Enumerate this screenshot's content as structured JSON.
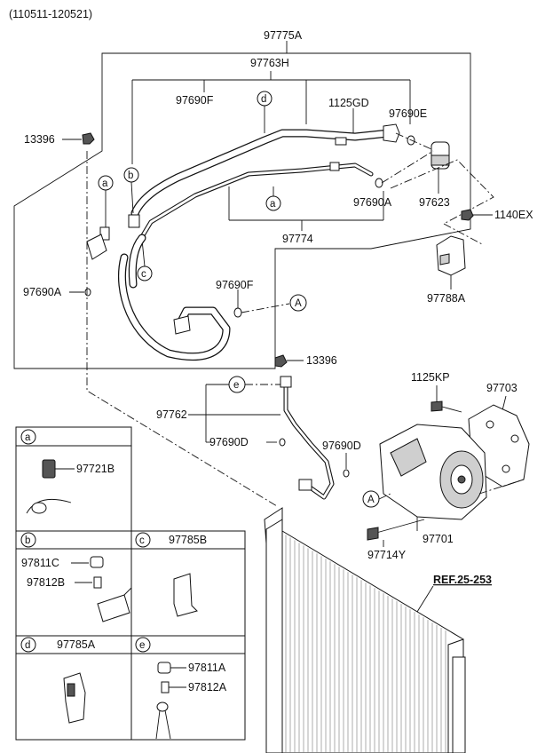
{
  "header": {
    "date_range": "(110511-120521)"
  },
  "parts": {
    "p97775A": "97775A",
    "p97763H": "97763H",
    "p97690F_top": "97690F",
    "p1125GD": "1125GD",
    "p97690E": "97690E",
    "p13396_top": "13396",
    "p97690A_right": "97690A",
    "p97623": "97623",
    "p1140EX": "1140EX",
    "p97774": "97774",
    "p97690A_left": "97690A",
    "p97690F_mid": "97690F",
    "p97788A": "97788A",
    "p13396_mid": "13396",
    "p1125KP": "1125KP",
    "p97703": "97703",
    "p97762": "97762",
    "p97690D_left": "97690D",
    "p97690D_right": "97690D",
    "p97701": "97701",
    "p97714Y": "97714Y",
    "ref": "REF.25-253"
  },
  "callouts": {
    "a": "a",
    "b": "b",
    "c": "c",
    "d": "d",
    "e": "e",
    "A": "A"
  },
  "insets": {
    "a": {
      "letter": "a",
      "part": "97721B"
    },
    "b": {
      "letter": "b",
      "part1": "97811C",
      "part2": "97812B"
    },
    "c": {
      "letter": "c",
      "part": "97785B"
    },
    "d": {
      "letter": "d",
      "part": "97785A"
    },
    "e": {
      "letter": "e",
      "part1": "97811A",
      "part2": "97812A"
    }
  }
}
